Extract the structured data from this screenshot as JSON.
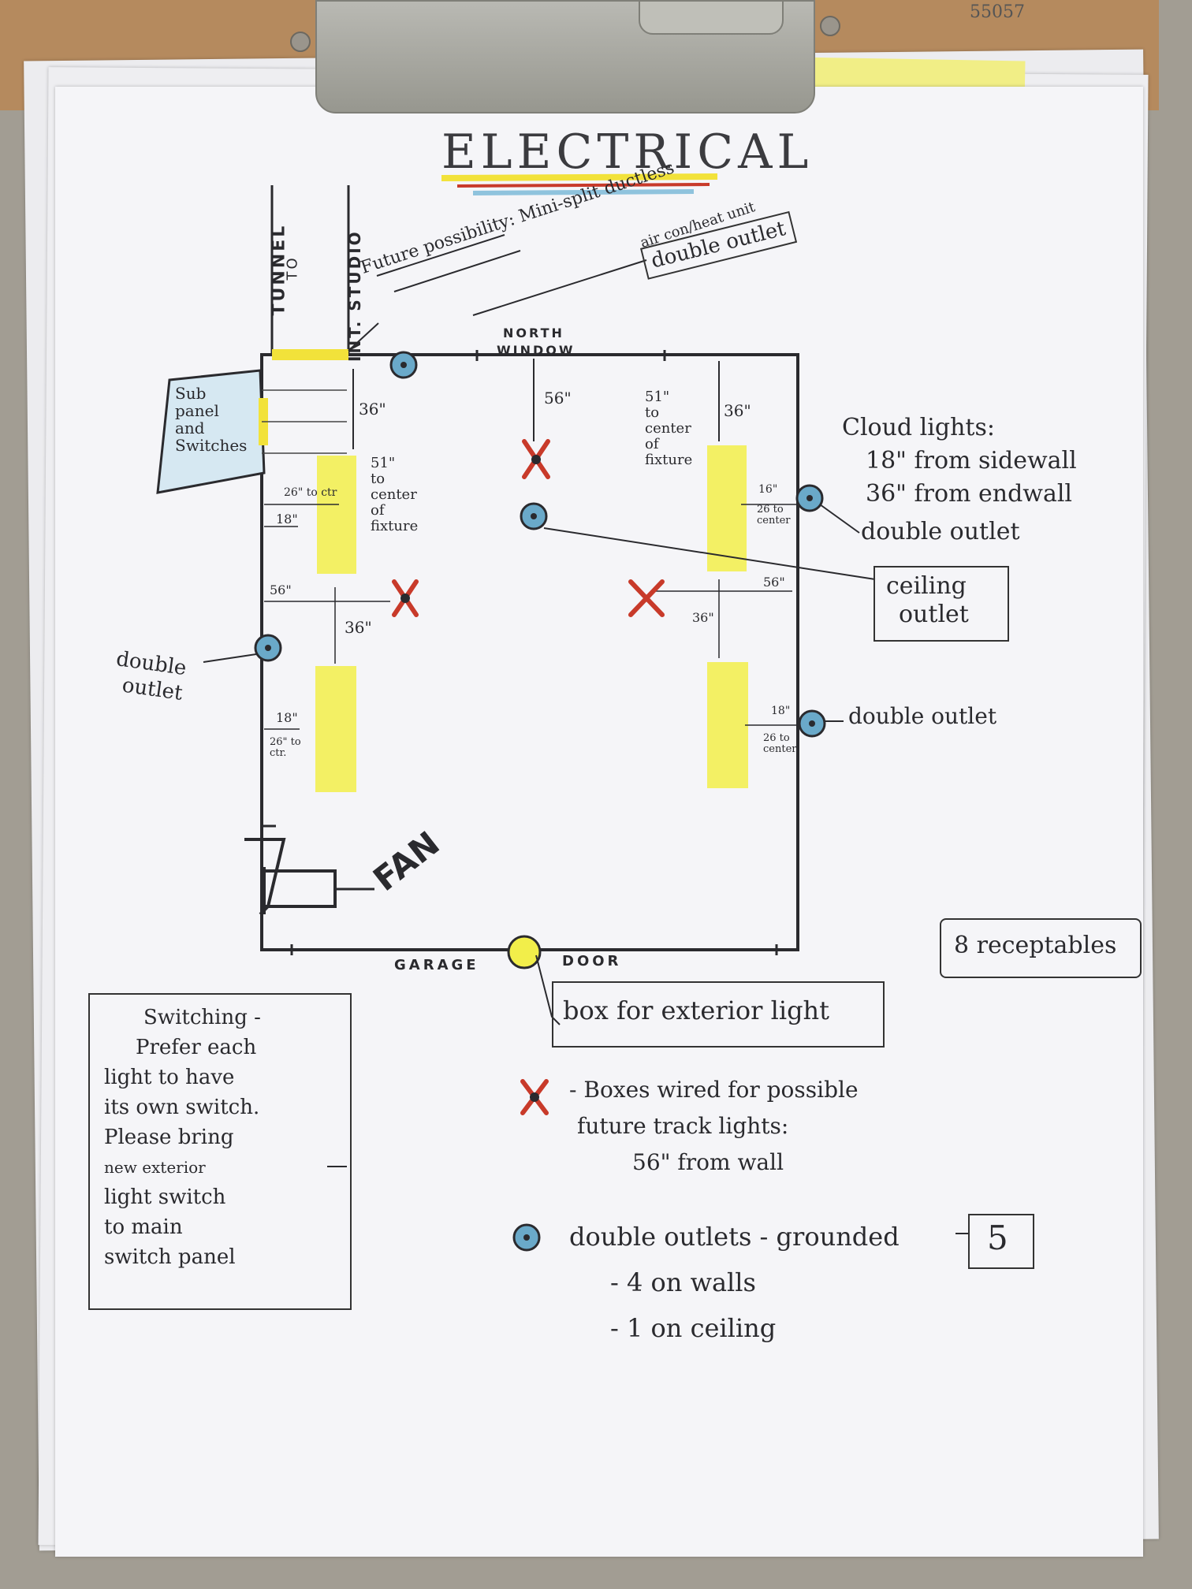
{
  "clipboard": {
    "corner_note": "55057"
  },
  "diagram": {
    "title": "ELECTRICAL",
    "tunnel_label_1": "TUNNEL",
    "tunnel_label_2": "TO",
    "tunnel_label_3": "INT. STUDIO",
    "future_note": "Future possibility: Mini-split ductless",
    "future_note_2": "air con/heat unit",
    "future_outlet": "double outlet",
    "north_label": "NORTH",
    "window_label": "WINDOW",
    "subpanel": [
      "Sub",
      "panel",
      "and",
      "Switches"
    ],
    "dim_36_a": "36\"",
    "dim_56_top": "56\"",
    "dim_51_left": [
      "51\"",
      "to",
      "center",
      "of",
      "fixture"
    ],
    "dim_51_right": [
      "51\"",
      "to",
      "center",
      "of",
      "fixture"
    ],
    "dim_36_b": "36\"",
    "dim_26_left_top": "26\" to ctr",
    "dim_18_left_top": "18\"",
    "dim_56_left": "56\"",
    "dim_36_left_mid": "36\"",
    "dim_56_right": "56\"",
    "dim_36_right_mid": "36\"",
    "dim_16_right": "16\"",
    "dim_26_right_top": "26 to center",
    "dim_18_left_bottom": "18\"",
    "dim_26_left_bottom": "26\" to ctr.",
    "dim_18_right_bottom": "18\"",
    "dim_26_right_bottom": "26 to center",
    "cloud_lights": [
      "Cloud lights:",
      "18\" from sidewall",
      "36\" from endwall"
    ],
    "right_outlet_top": "double outlet",
    "ceiling_outlet": [
      "ceiling",
      "outlet"
    ],
    "left_outlet": [
      "double",
      "outlet"
    ],
    "right_outlet_bottom": "double outlet",
    "fan_label": "FAN",
    "garage_label": "GARAGE",
    "door_label": "DOOR",
    "exterior_box": "box for exterior light",
    "receptacles": "8 receptables",
    "switching": [
      "Switching -",
      "Prefer each",
      "light to have",
      "its own switch.",
      "Please bring",
      "new exterior",
      "light switch",
      "to main",
      "switch panel"
    ],
    "legend_x": [
      "- Boxes wired for possible",
      "future track lights:",
      "56\" from wall"
    ],
    "legend_outlet": [
      "double outlets - grounded",
      "- 4 on walls",
      "- 1 on ceiling"
    ],
    "legend_count": "5"
  },
  "colors": {
    "ink": "#2a2a2e",
    "yellow_highlight": "#f2ee4a",
    "red_x": "#c83a2a",
    "blue_outlet": "#6aa9c9",
    "clip_metal": "#a8a8a2",
    "clipboard": "#b58a5e"
  }
}
